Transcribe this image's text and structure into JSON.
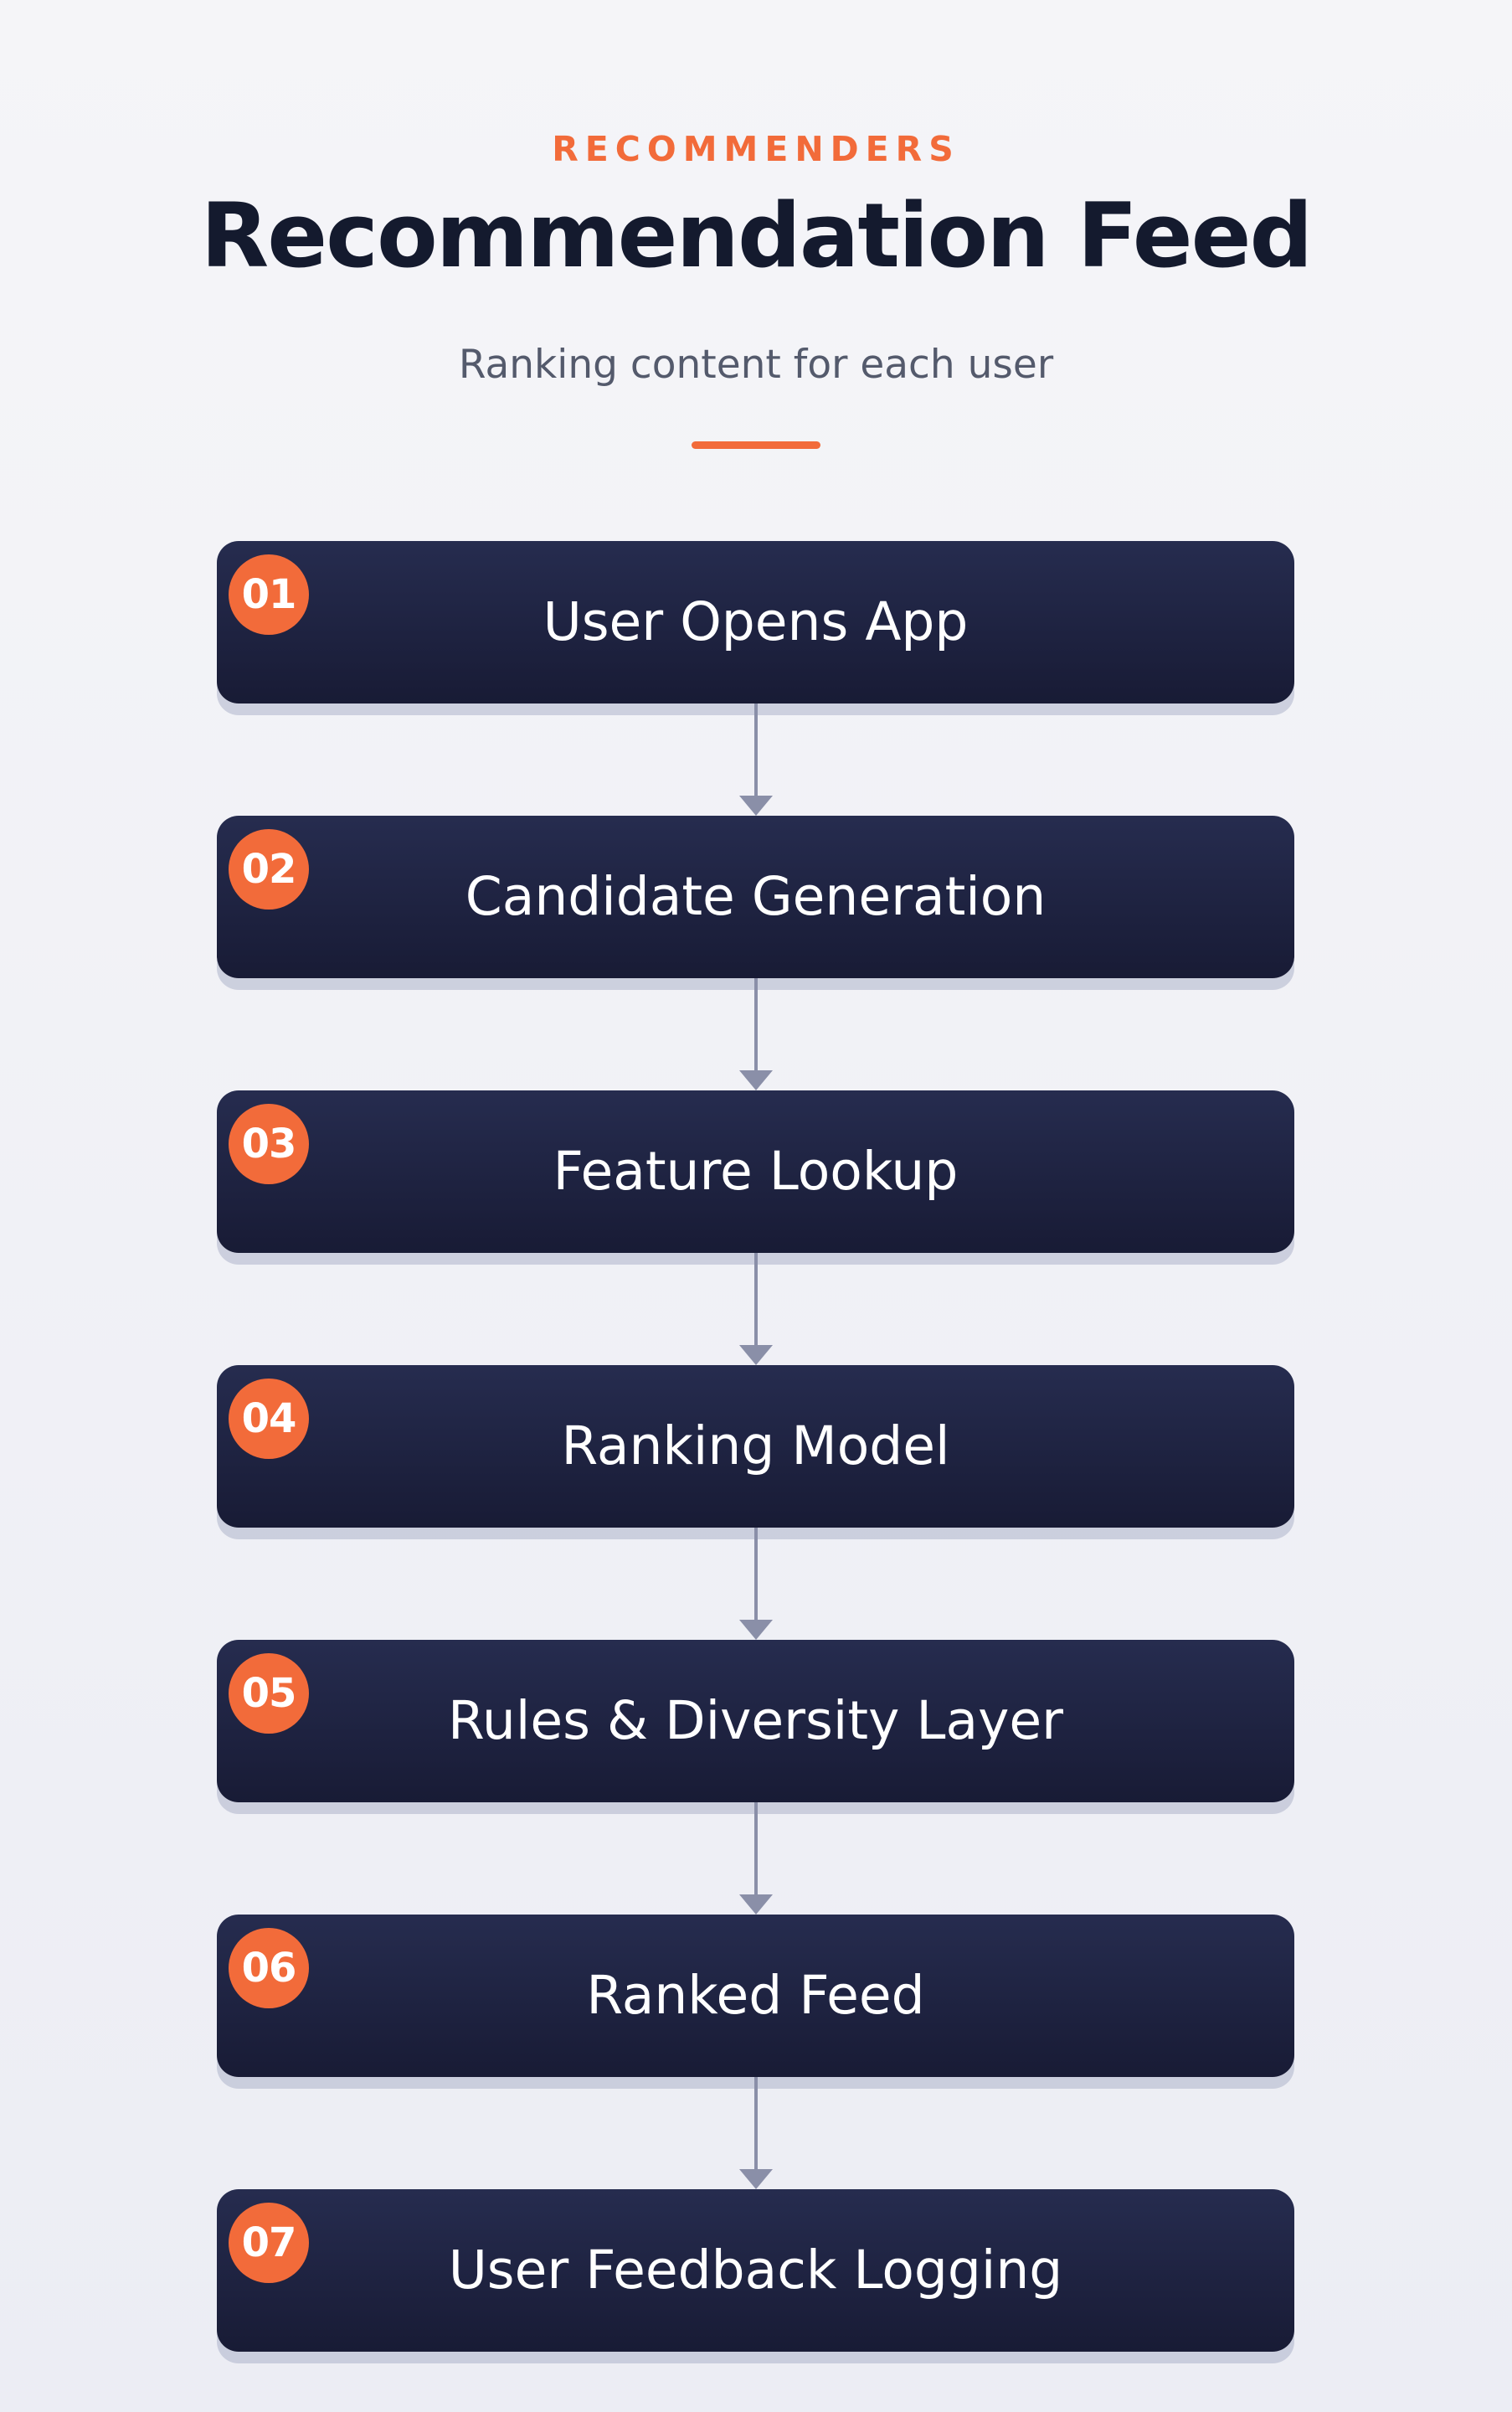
{
  "header": {
    "eyebrow": "RECOMMENDERS",
    "title": "Recommendation Feed",
    "subtitle": "Ranking content for each user"
  },
  "colors": {
    "accent": "#f26b3a",
    "step_fill": "#1f2444",
    "connector": "#8a8fa8",
    "title_text": "#141a2e"
  },
  "steps": [
    {
      "number": "01",
      "label": "User Opens App"
    },
    {
      "number": "02",
      "label": "Candidate Generation"
    },
    {
      "number": "03",
      "label": "Feature Lookup"
    },
    {
      "number": "04",
      "label": "Ranking Model"
    },
    {
      "number": "05",
      "label": "Rules & Diversity Layer"
    },
    {
      "number": "06",
      "label": "Ranked Feed"
    },
    {
      "number": "07",
      "label": "User Feedback Logging"
    }
  ]
}
